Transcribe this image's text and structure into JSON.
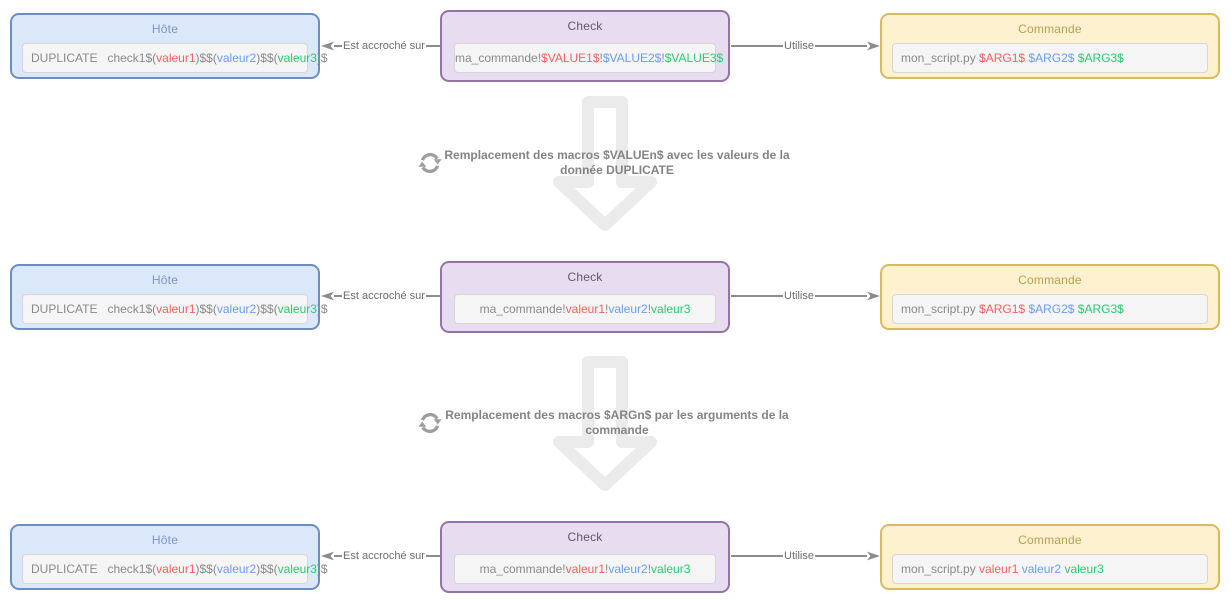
{
  "diagram": {
    "colors": {
      "red": "#f95f5f",
      "blue": "#689df6",
      "green": "#27cc71",
      "gray": "#8a8a8a",
      "hote_border": "#6c8ebf",
      "hote_bg": "#dbe8fa",
      "check_border": "#9673a6",
      "check_bg": "#e8dcf0",
      "commande_border": "#d9bb5e",
      "commande_bg": "#fdf1cf",
      "connector_line": "#8c8c8c"
    },
    "rows": [
      {
        "hote": {
          "title": "Hôte",
          "segments": [
            {
              "t": "DUPLICATE   check1$(",
              "c": "gray"
            },
            {
              "t": "valeur1",
              "c": "red"
            },
            {
              "t": ")$$(",
              "c": "gray"
            },
            {
              "t": "valeur2",
              "c": "blue"
            },
            {
              "t": ")$$(",
              "c": "gray"
            },
            {
              "t": "valeur3",
              "c": "green"
            },
            {
              "t": ")$",
              "c": "gray"
            }
          ]
        },
        "left_connector": "Est accroché sur",
        "check": {
          "title": "Check",
          "segments": [
            {
              "t": "ma_commande!",
              "c": "gray"
            },
            {
              "t": "$VALUE1$",
              "c": "red"
            },
            {
              "t": "!",
              "c": "gray"
            },
            {
              "t": "$VALUE2$",
              "c": "blue"
            },
            {
              "t": "!",
              "c": "gray"
            },
            {
              "t": "$VALUE3$",
              "c": "green"
            }
          ]
        },
        "right_connector": "Utilise",
        "commande": {
          "title": "Commande",
          "segments": [
            {
              "t": "mon_script.py ",
              "c": "gray"
            },
            {
              "t": "$ARG1$",
              "c": "red"
            },
            {
              "t": " ",
              "c": "gray"
            },
            {
              "t": "$ARG2$",
              "c": "blue"
            },
            {
              "t": " ",
              "c": "gray"
            },
            {
              "t": "$ARG3$",
              "c": "green"
            }
          ]
        }
      },
      {
        "hote": {
          "title": "Hôte",
          "segments": [
            {
              "t": "DUPLICATE   check1$(",
              "c": "gray"
            },
            {
              "t": "valeur1",
              "c": "red"
            },
            {
              "t": ")$$(",
              "c": "gray"
            },
            {
              "t": "valeur2",
              "c": "blue"
            },
            {
              "t": ")$$(",
              "c": "gray"
            },
            {
              "t": "valeur3",
              "c": "green"
            },
            {
              "t": ")$",
              "c": "gray"
            }
          ]
        },
        "left_connector": "Est accroché sur",
        "check": {
          "title": "Check",
          "segments": [
            {
              "t": "ma_commande!",
              "c": "gray"
            },
            {
              "t": "valeur1",
              "c": "red"
            },
            {
              "t": "!",
              "c": "gray"
            },
            {
              "t": "valeur2",
              "c": "blue"
            },
            {
              "t": "!",
              "c": "gray"
            },
            {
              "t": "valeur3",
              "c": "green"
            }
          ]
        },
        "right_connector": "Utilise",
        "commande": {
          "title": "Commande",
          "segments": [
            {
              "t": "mon_script.py ",
              "c": "gray"
            },
            {
              "t": "$ARG1$",
              "c": "red"
            },
            {
              "t": " ",
              "c": "gray"
            },
            {
              "t": "$ARG2$",
              "c": "blue"
            },
            {
              "t": " ",
              "c": "gray"
            },
            {
              "t": "$ARG3$",
              "c": "green"
            }
          ]
        }
      },
      {
        "hote": {
          "title": "Hôte",
          "segments": [
            {
              "t": "DUPLICATE   check1$(",
              "c": "gray"
            },
            {
              "t": "valeur1",
              "c": "red"
            },
            {
              "t": ")$$(",
              "c": "gray"
            },
            {
              "t": "valeur2",
              "c": "blue"
            },
            {
              "t": ")$$(",
              "c": "gray"
            },
            {
              "t": "valeur3",
              "c": "green"
            },
            {
              "t": ")$",
              "c": "gray"
            }
          ]
        },
        "left_connector": "Est accroché sur",
        "check": {
          "title": "Check",
          "segments": [
            {
              "t": "ma_commande!",
              "c": "gray"
            },
            {
              "t": "valeur1",
              "c": "red"
            },
            {
              "t": "!",
              "c": "gray"
            },
            {
              "t": "valeur2",
              "c": "blue"
            },
            {
              "t": "!",
              "c": "gray"
            },
            {
              "t": "valeur3",
              "c": "green"
            }
          ]
        },
        "right_connector": "Utilise",
        "commande": {
          "title": "Commande",
          "segments": [
            {
              "t": "mon_script.py ",
              "c": "gray"
            },
            {
              "t": "valeur1",
              "c": "red"
            },
            {
              "t": " ",
              "c": "gray"
            },
            {
              "t": "valeur2",
              "c": "blue"
            },
            {
              "t": " ",
              "c": "gray"
            },
            {
              "t": "valeur3",
              "c": "green"
            }
          ]
        }
      }
    ],
    "transitions": [
      {
        "lines": [
          "Remplacement des macros $VALUEn$ avec les valeurs de la",
          "donnée DUPLICATE"
        ]
      },
      {
        "lines": [
          "Remplacement des macros $ARGn$ par les arguments de la",
          "commande"
        ]
      }
    ]
  }
}
